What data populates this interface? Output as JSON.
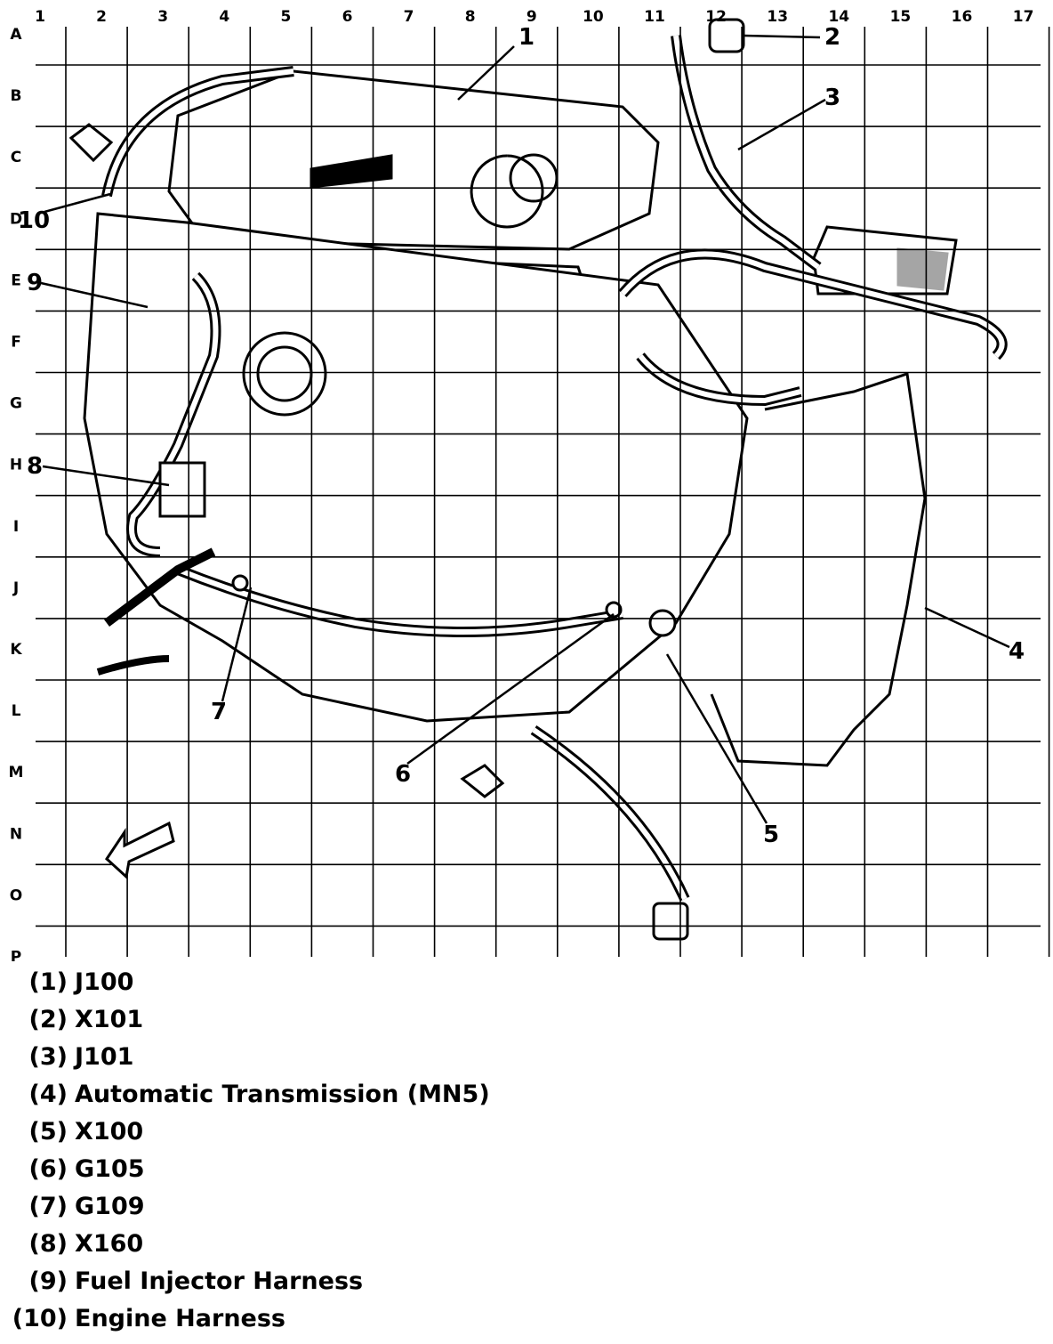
{
  "grid": {
    "columns": [
      "1",
      "2",
      "3",
      "4",
      "5",
      "6",
      "7",
      "8",
      "9",
      "10",
      "11",
      "12",
      "13",
      "14",
      "15",
      "16",
      "17"
    ],
    "rows": [
      "A",
      "B",
      "C",
      "D",
      "E",
      "F",
      "G",
      "H",
      "I",
      "J",
      "K",
      "L",
      "M",
      "N",
      "O",
      "P"
    ]
  },
  "callouts": [
    "1",
    "2",
    "3",
    "4",
    "5",
    "6",
    "7",
    "8",
    "9",
    "10"
  ],
  "legend": [
    {
      "num": "(1)",
      "label": "J100"
    },
    {
      "num": "(2)",
      "label": "X101"
    },
    {
      "num": "(3)",
      "label": "J101"
    },
    {
      "num": "(4)",
      "label": "Automatic Transmission (MN5)"
    },
    {
      "num": "(5)",
      "label": "X100"
    },
    {
      "num": "(6)",
      "label": "G105"
    },
    {
      "num": "(7)",
      "label": "G109"
    },
    {
      "num": "(8)",
      "label": "X160"
    },
    {
      "num": "(9)",
      "label": "Fuel Injector Harness"
    },
    {
      "num": "(10)",
      "label": "Engine Harness"
    }
  ]
}
